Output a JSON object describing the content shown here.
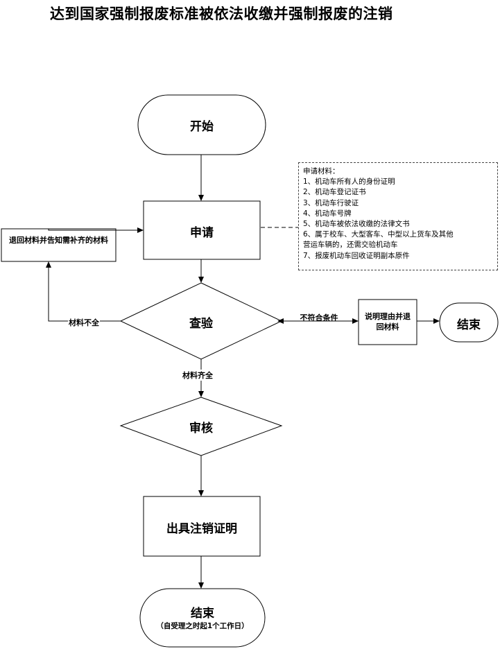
{
  "title": "达到国家强制报废标准被依法收缴并强制报废的注销",
  "nodes": {
    "start": "开始",
    "apply": "申请",
    "return_supplement": "退回材料并告知需补齐的材料",
    "inspect": "查验",
    "explain_return": "说明理由并退回材料",
    "end_right": "结束",
    "review": "审核",
    "issue": "出具注销证明",
    "end_bottom": "结束",
    "end_bottom_note": "（自受理之时起1个工作日）"
  },
  "edges": {
    "incomplete": "材料不全",
    "not_qualified": "不符合条件",
    "complete": "材料齐全"
  },
  "materials": {
    "heading": "申请材料：",
    "items": [
      "1、机动车所有人的身份证明",
      "2、机动车登记证书",
      "3、机动车行驶证",
      "4、机动车号牌",
      "5、机动车被依法收缴的法律文书",
      "6、属于校车、大型客车、中型以上货车及其他",
      "营运车辆的，还需交验机动车",
      "7、报废机动车回收证明副本原件"
    ]
  }
}
